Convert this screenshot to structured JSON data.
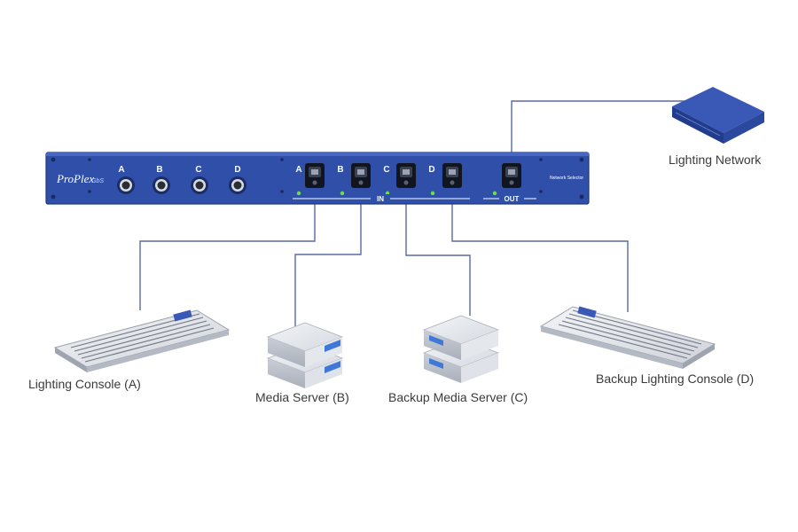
{
  "rack_unit": {
    "brand": "ProPlex",
    "model": "GbS",
    "button_labels": [
      "A",
      "B",
      "C",
      "D"
    ],
    "port_labels": [
      "A",
      "B",
      "C",
      "D"
    ],
    "in_label": "IN",
    "out_label": "OUT",
    "selector_label": "Network Selector"
  },
  "devices": {
    "lighting_network": "Lighting Network",
    "console_a": "Lighting Console (A)",
    "media_server_b": "Media Server (B)",
    "backup_media_server_c": "Backup Media Server (C)",
    "backup_console_d": "Backup Lighting Console (D)"
  },
  "colors": {
    "panel": "#2f4fa8",
    "panel_dark": "#223c8a",
    "cable": "#5a6aa0",
    "led": "#6fe04a"
  }
}
